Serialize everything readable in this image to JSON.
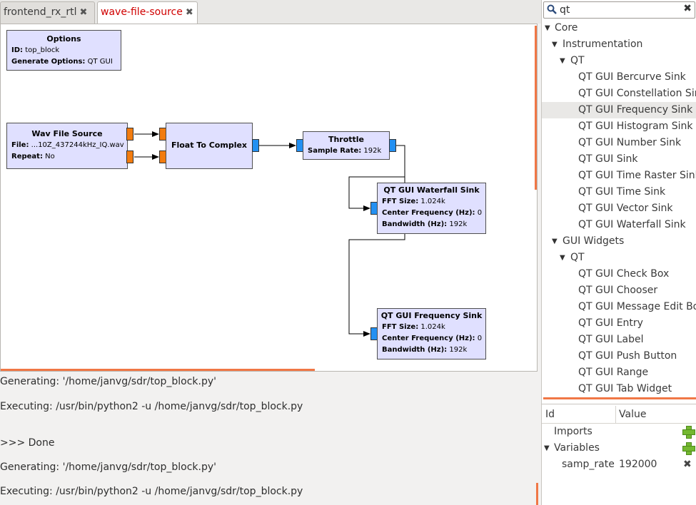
{
  "tabs": [
    {
      "label": "frontend_rx_rtl",
      "active": false
    },
    {
      "label": "wave-file-source",
      "active": true
    }
  ],
  "canvas": {
    "blocks": {
      "options": {
        "title": "Options",
        "params": [
          [
            "ID:",
            "top_block"
          ],
          [
            "Generate Options:",
            "QT GUI"
          ]
        ]
      },
      "wav": {
        "title": "Wav File Source",
        "params": [
          [
            "File:",
            "...10Z_437244kHz_IQ.wav"
          ],
          [
            "Repeat:",
            "No"
          ]
        ]
      },
      "f2c": {
        "title": "Float To Complex"
      },
      "throttle": {
        "title": "Throttle",
        "params": [
          [
            "Sample Rate:",
            "192k"
          ]
        ]
      },
      "waterfall": {
        "title": "QT GUI Waterfall Sink",
        "params": [
          [
            "FFT Size:",
            "1.024k"
          ],
          [
            "Center Frequency (Hz):",
            "0"
          ],
          [
            "Bandwidth (Hz):",
            "192k"
          ]
        ]
      },
      "freq": {
        "title": "QT GUI Frequency Sink",
        "params": [
          [
            "FFT Size:",
            "1.024k"
          ],
          [
            "Center Frequency (Hz):",
            "0"
          ],
          [
            "Bandwidth (Hz):",
            "192k"
          ]
        ]
      }
    }
  },
  "console": {
    "lines": [
      "Generating: '/home/janvg/sdr/top_block.py'",
      "Executing: /usr/bin/python2 -u /home/janvg/sdr/top_block.py",
      ">>> Done",
      "Generating: '/home/janvg/sdr/top_block.py'",
      "Executing: /usr/bin/python2 -u /home/janvg/sdr/top_block.py"
    ]
  },
  "search": {
    "value": "qt"
  },
  "tree": {
    "core": "Core",
    "instrumentation": "Instrumentation",
    "qt1": "QT",
    "instr_items": [
      "QT GUI Bercurve Sink",
      "QT GUI Constellation Sink",
      "QT GUI Frequency Sink",
      "QT GUI Histogram Sink",
      "QT GUI Number Sink",
      "QT GUI Sink",
      "QT GUI Time Raster Sink",
      "QT GUI Time Sink",
      "QT GUI Vector Sink",
      "QT GUI Waterfall Sink"
    ],
    "gui_widgets": "GUI Widgets",
    "qt2": "QT",
    "widget_items": [
      "QT GUI Check Box",
      "QT GUI Chooser",
      "QT GUI Message Edit Box",
      "QT GUI Entry",
      "QT GUI Label",
      "QT GUI Push Button",
      "QT GUI Range",
      "QT GUI Tab Widget"
    ]
  },
  "props": {
    "col_id": "Id",
    "col_value": "Value",
    "imports": "Imports",
    "variables": "Variables",
    "var_name": "samp_rate",
    "var_value": "192000"
  }
}
